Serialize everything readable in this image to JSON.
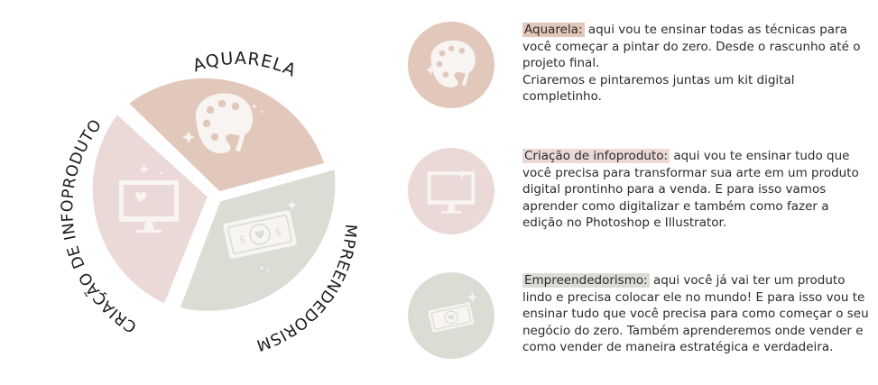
{
  "palette": {
    "aquarela": "#e2c8bb",
    "infoproduto": "#ead9d7",
    "empreendedorismo": "#d9ddd4",
    "icon": "#f7f4f2"
  },
  "wheel": {
    "segments": [
      {
        "title": "AQUARELA",
        "icon": "palette-icon"
      },
      {
        "title": "EMPREENDEDORISMO",
        "icon": "money-bill-icon"
      },
      {
        "title": "CRIAÇÃO DE INFOPRODUTO",
        "icon": "monitor-icon"
      }
    ]
  },
  "items": [
    {
      "label": "Aquarela:",
      "text": " aqui vou te ensinar todas as técnicas para você começar a pintar do zero. Desde o rascunho até o projeto final.",
      "text2": "Criaremos e pintaremos juntas um kit digital completinho.",
      "icon": "palette-icon",
      "color": "#e2c8bb"
    },
    {
      "label": "Criação de infoproduto:",
      "text": " aqui vou te ensinar tudo que você precisa para transformar sua arte em um produto digital prontinho para a venda. E para isso vamos aprender como digitalizar e também como fazer a edição no Photoshop e Illustrator.",
      "text2": "",
      "icon": "monitor-icon",
      "color": "#ead9d7"
    },
    {
      "label": "Empreendedorismo:",
      "text": " aqui você já vai ter um produto lindo e precisa colocar ele no mundo! E para isso vou te ensinar tudo que você precisa para como começar o seu negócio do zero. Também aprenderemos onde vender e como vender de maneira estratégica e verdadeira.",
      "text2": "",
      "icon": "money-bill-icon",
      "color": "#d9ddd4"
    }
  ]
}
